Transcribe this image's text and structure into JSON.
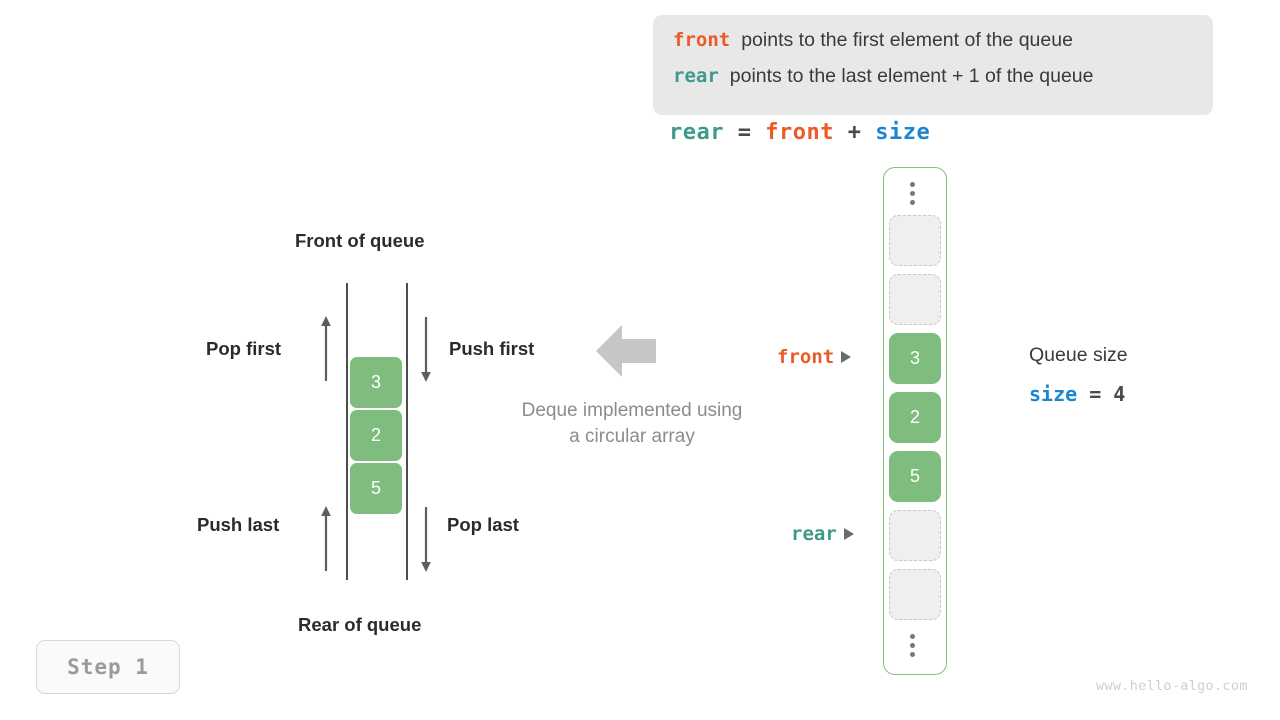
{
  "legend": {
    "lines": [
      {
        "keyword": "front",
        "keyword_color": "#ec5b26",
        "text": "points to the first element of the queue"
      },
      {
        "keyword": "rear",
        "keyword_color": "#3d9a8b",
        "text": "points to the last element + 1 of the queue"
      }
    ]
  },
  "formula": {
    "lhs": "rear",
    "eq": " = ",
    "rhs1": "front",
    "plus": " + ",
    "rhs2": "size"
  },
  "deque": {
    "front_label": "Front of queue",
    "rear_label": "Rear of queue",
    "operations": {
      "pop_first": "Pop first",
      "push_first": "Push first",
      "push_last": "Push last",
      "pop_last": "Pop last"
    },
    "cells": [
      "3",
      "2",
      "5"
    ]
  },
  "caption": {
    "line1": "Deque implemented using",
    "line2": "a circular array"
  },
  "array": {
    "top_ellipsis": "vertical-ellipsis",
    "bottom_ellipsis": "vertical-ellipsis",
    "slots": [
      {
        "value": "",
        "state": "empty"
      },
      {
        "value": "",
        "state": "empty"
      },
      {
        "value": "3",
        "state": "filled"
      },
      {
        "value": "2",
        "state": "filled"
      },
      {
        "value": "5",
        "state": "filled"
      },
      {
        "value": "",
        "state": "empty"
      },
      {
        "value": "",
        "state": "empty"
      }
    ],
    "pointers": {
      "front": {
        "label": "front",
        "color": "#ec5b26",
        "slot_index": 2
      },
      "rear": {
        "label": "rear",
        "color": "#3d9a8b",
        "slot_index": 5
      }
    }
  },
  "size_info": {
    "title": "Queue size",
    "var": "size",
    "eq": " = ",
    "value": "4"
  },
  "step_badge": "Step  1",
  "watermark": "www.hello-algo.com",
  "colors": {
    "filled_cell": "#7ebd7e",
    "container_border": "#82bf82",
    "front": "#ec5b26",
    "rear": "#3d9a8b",
    "size": "#1b85d0",
    "legend_bg": "#e8e8e8",
    "muted_text": "#8c8c8c"
  }
}
